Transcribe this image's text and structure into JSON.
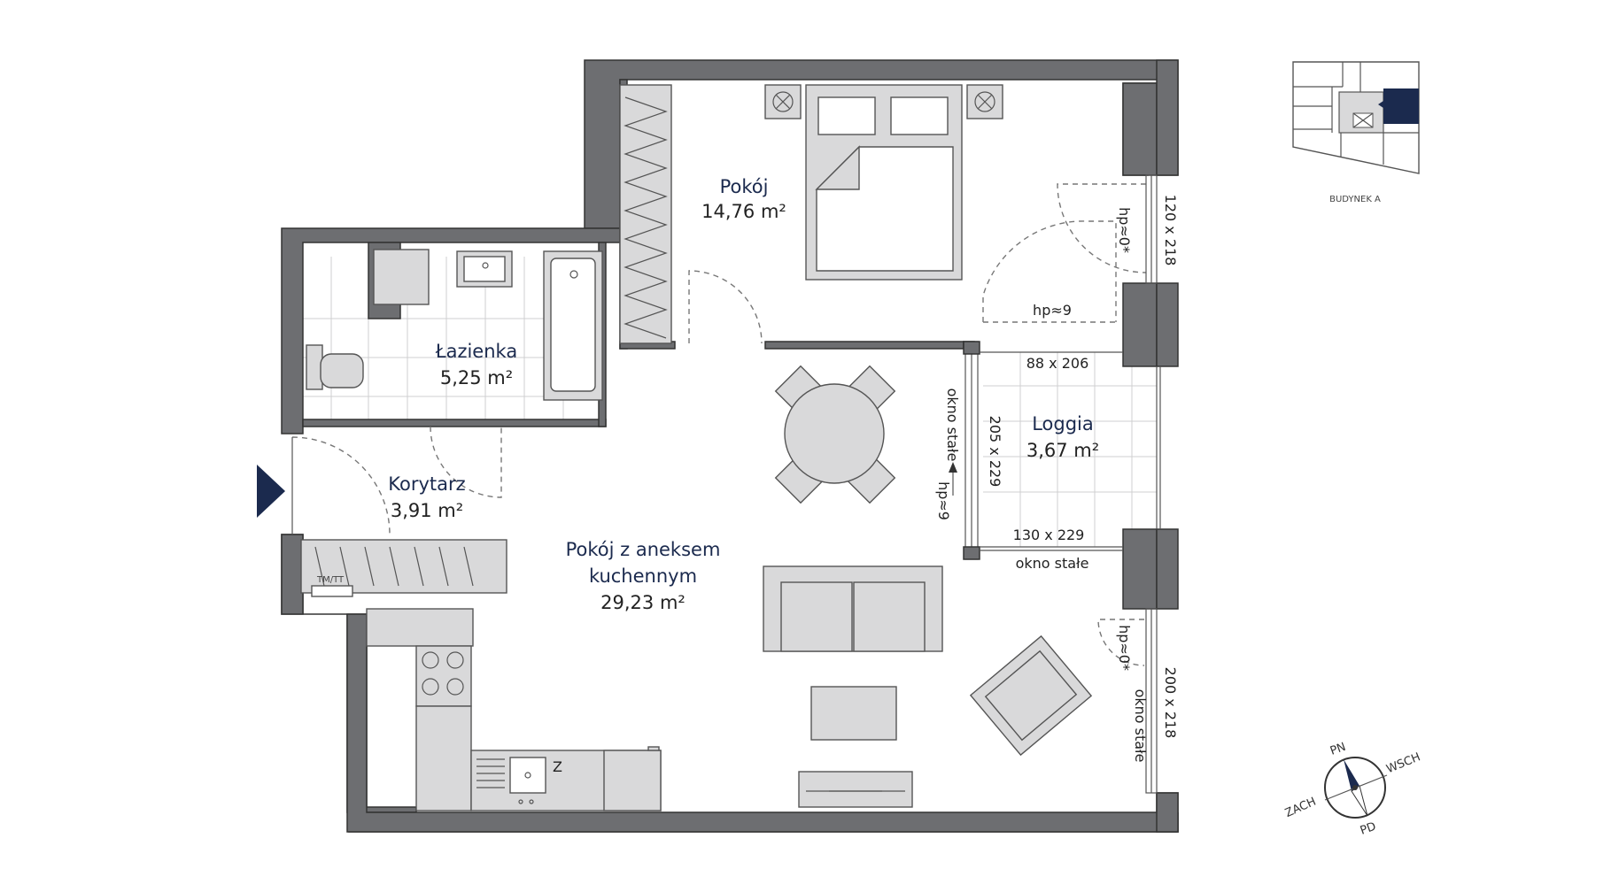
{
  "rooms": {
    "pokoj": {
      "name": "Pokój",
      "area": "14,76 m²"
    },
    "lazienka": {
      "name": "Łazienka",
      "area": "5,25 m²"
    },
    "korytarz": {
      "name": "Korytarz",
      "area": "3,91 m²"
    },
    "salon": {
      "name_line1": "Pokój z aneksem",
      "name_line2": "kuchennym",
      "area": "29,23 m²"
    },
    "loggia": {
      "name": "Loggia",
      "area": "3,67 m²"
    }
  },
  "dimensions": {
    "window_top_right": "120 x 218",
    "window_bottom_right": "200 x 218",
    "loggia_door": "88 x 206",
    "loggia_left": "205 x 229",
    "loggia_bottom": "130 x 229",
    "hp_top": "hp≈0*",
    "hp_bottom": "hp≈0*",
    "hp_loggia_top": "hp≈9",
    "hp_loggia_left": "hp≈9",
    "fixed_window_left": "okno stałe",
    "fixed_window_bottom": "okno stałe",
    "fixed_window_right": "okno stałe"
  },
  "labels": {
    "fridge_symbol": "Z",
    "installation_tag": "TM/TT",
    "building": "BUDYNEK A"
  },
  "compass": {
    "north": "PN",
    "east": "WSCH",
    "south": "PD",
    "west": "ZACH"
  },
  "colors": {
    "accent": "#1b2a4e",
    "wall": "#6d6e71",
    "furniture": "#d9d9da"
  }
}
